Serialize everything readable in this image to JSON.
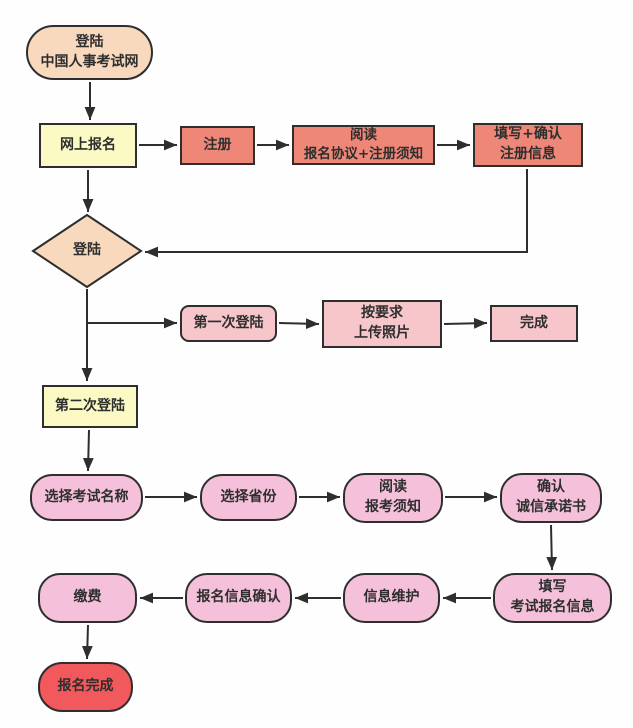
{
  "page": {
    "background_color": "#fefefe",
    "border_color": "#2e2e2e",
    "arrow_color": "#2e2e2e",
    "text_color": "#2e2e2e"
  },
  "palette": {
    "peach": "#f8d9bd",
    "yellow": "#fbfac5",
    "salmon": "#ee8777",
    "pink": "#f7c6cb",
    "rose": "#f5c1da",
    "red": "#f2595c"
  },
  "diagram": {
    "type": "flowchart",
    "nodes": [
      {
        "id": "login-site",
        "shape": "terminator",
        "fill": "peach",
        "label": "登陆\n中国人事考试网"
      },
      {
        "id": "online-registration",
        "shape": "rect",
        "fill": "yellow",
        "label": "网上报名"
      },
      {
        "id": "register",
        "shape": "rect",
        "fill": "salmon",
        "label": "注册"
      },
      {
        "id": "read-agreement",
        "shape": "rect",
        "fill": "salmon",
        "label": "阅读\n报名协议+注册须知"
      },
      {
        "id": "fill-confirm-registration",
        "shape": "rect",
        "fill": "salmon",
        "label": "填写+确认\n注册信息"
      },
      {
        "id": "login-decision",
        "shape": "diamond",
        "fill": "peach",
        "label": "登陆"
      },
      {
        "id": "first-login",
        "shape": "rounded-rect",
        "fill": "pink",
        "label": "第一次登陆"
      },
      {
        "id": "upload-photo",
        "shape": "rect",
        "fill": "pink",
        "label": "按要求\n上传照片"
      },
      {
        "id": "complete-photo",
        "shape": "rect",
        "fill": "pink",
        "label": "完成"
      },
      {
        "id": "second-login",
        "shape": "rect",
        "fill": "yellow",
        "label": "第二次登陆"
      },
      {
        "id": "select-exam-name",
        "shape": "rounded",
        "fill": "rose",
        "label": "选择考试名称"
      },
      {
        "id": "select-province",
        "shape": "rounded",
        "fill": "rose",
        "label": "选择省份"
      },
      {
        "id": "read-exam-notice",
        "shape": "rounded",
        "fill": "rose",
        "label": "阅读\n报考须知"
      },
      {
        "id": "confirm-integrity",
        "shape": "rounded",
        "fill": "rose",
        "label": "确认\n诚信承诺书"
      },
      {
        "id": "fill-exam-info",
        "shape": "rounded",
        "fill": "rose",
        "label": "填写\n考试报名信息"
      },
      {
        "id": "info-maintenance",
        "shape": "rounded",
        "fill": "rose",
        "label": "信息维护"
      },
      {
        "id": "confirm-registration-info",
        "shape": "rounded",
        "fill": "rose",
        "label": "报名信息确认"
      },
      {
        "id": "pay-fee",
        "shape": "rounded",
        "fill": "rose",
        "label": "缴费"
      },
      {
        "id": "registration-complete",
        "shape": "terminator",
        "fill": "red",
        "label": "报名完成"
      }
    ],
    "edges": [
      {
        "from": "login-site",
        "to": "online-registration"
      },
      {
        "from": "online-registration",
        "to": "register"
      },
      {
        "from": "register",
        "to": "read-agreement"
      },
      {
        "from": "read-agreement",
        "to": "fill-confirm-registration"
      },
      {
        "from": "fill-confirm-registration",
        "to": "login-decision"
      },
      {
        "from": "online-registration",
        "to": "login-decision"
      },
      {
        "from": "login-decision",
        "to": "first-login"
      },
      {
        "from": "first-login",
        "to": "upload-photo"
      },
      {
        "from": "upload-photo",
        "to": "complete-photo"
      },
      {
        "from": "login-decision",
        "to": "second-login"
      },
      {
        "from": "second-login",
        "to": "select-exam-name"
      },
      {
        "from": "select-exam-name",
        "to": "select-province"
      },
      {
        "from": "select-province",
        "to": "read-exam-notice"
      },
      {
        "from": "read-exam-notice",
        "to": "confirm-integrity"
      },
      {
        "from": "confirm-integrity",
        "to": "fill-exam-info"
      },
      {
        "from": "fill-exam-info",
        "to": "info-maintenance"
      },
      {
        "from": "info-maintenance",
        "to": "confirm-registration-info"
      },
      {
        "from": "confirm-registration-info",
        "to": "pay-fee"
      },
      {
        "from": "pay-fee",
        "to": "registration-complete"
      }
    ]
  }
}
